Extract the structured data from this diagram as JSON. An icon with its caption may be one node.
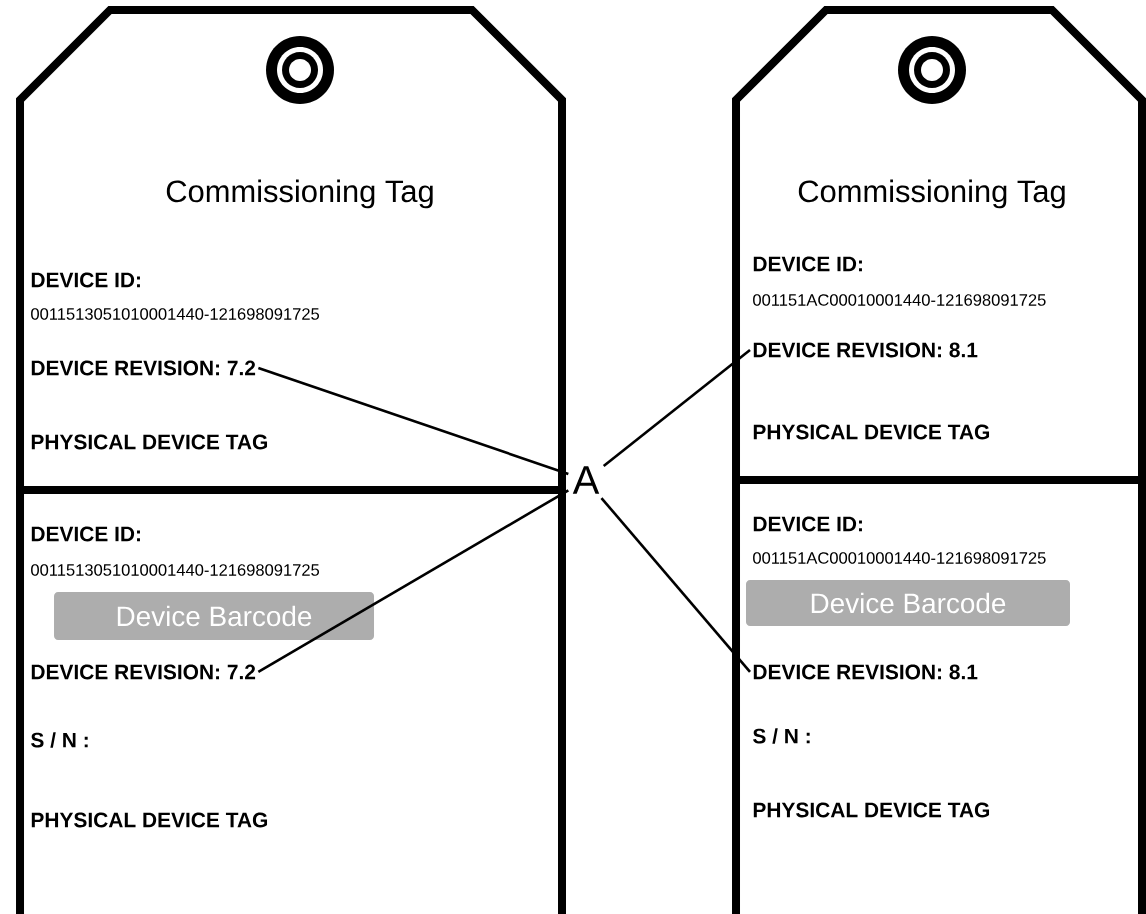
{
  "diagram": {
    "nodes": [
      {
        "text": [
          "Commissioning Tag",
          "DEVICE ID:",
          "0011513051010001440-121698091725",
          "PHYSICAL DEVICE TAG"
        ]
      },
      {
        "text": [
          "DEVICE REVISION: 7.2"
        ],
        "in": 0
      },
      {
        "text": [
          "DEVICE ID:",
          "0011513051010001440-121698091725",
          "S / N :",
          "PHYSICAL DEVICE TAG"
        ]
      },
      {
        "text": [
          "Device Barcode"
        ],
        "in": 2
      },
      {
        "text": [
          "DEVICE REVISION: 7.2"
        ],
        "in": 2
      },
      {
        "text": [
          "Commissioning Tag",
          "DEVICE ID:",
          "001151AC00010001440-121698091725",
          "PHYSICAL DEVICE TAG"
        ]
      },
      {
        "text": [
          "DEVICE REVISION: 8.1"
        ],
        "in": 5
      },
      {
        "text": [
          "DEVICE ID:",
          "001151AC00010001440-121698091725",
          "S / N :",
          "PHYSICAL DEVICE TAG"
        ]
      },
      {
        "text": [
          "Device Barcode"
        ],
        "in": 7
      },
      {
        "text": [
          "DEVICE REVISION: 8.1"
        ],
        "in": 7
      },
      {
        "text": [
          "A"
        ]
      }
    ],
    "edges": [
      {
        "from": 10,
        "to": 1,
        "arrow": "none"
      },
      {
        "from": 10,
        "to": 4,
        "arrow": "none"
      },
      {
        "from": 10,
        "to": 6,
        "arrow": "none"
      },
      {
        "from": 10,
        "to": 9,
        "arrow": "none"
      }
    ]
  }
}
